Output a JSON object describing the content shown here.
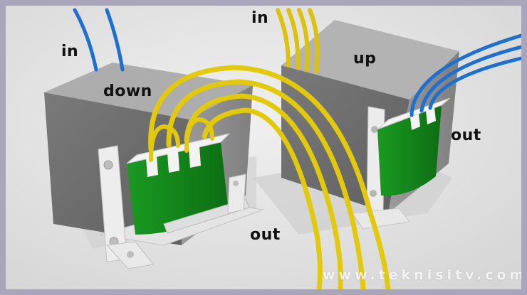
{
  "labels": {
    "left_in": "in",
    "left_down": "down",
    "right_in": "in",
    "right_up": "up",
    "right_out": "out",
    "bottom_out": "out"
  },
  "watermark": "www.teknisitv.com",
  "colors": {
    "background": "#e6e6e6",
    "frame": "#a9a5bb",
    "core_light": "#a7a7a7",
    "core_dark": "#6f6f6f",
    "coil_green": "#13881a",
    "wire_yellow": "#e6cc0c",
    "wire_blue": "#1d6fd0",
    "bracket": "#ededed",
    "text": "#111111"
  },
  "icons": [
    "step-down-transformer",
    "step-up-transformer",
    "winding-coil",
    "copper-wire"
  ]
}
